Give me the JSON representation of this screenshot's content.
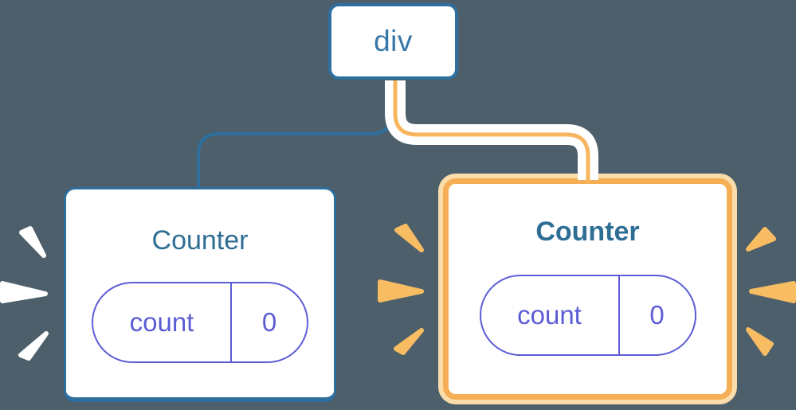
{
  "colors": {
    "background": "#4c5f6a",
    "blue": "#2e6f9e",
    "blue_text": "#3878a8",
    "title": "#2f6e94",
    "purple": "#5c5cd6",
    "orange": "#f6ae55",
    "orange_light": "#fbdcab",
    "orange_line": "#f7b55e",
    "spark_orange": "#f8bc63",
    "spark_white": "#ffffff",
    "card_bg": "#ffffff"
  },
  "tree": {
    "root": {
      "label": "div"
    },
    "children": [
      {
        "title": "Counter",
        "state_key": "count",
        "state_value": "0",
        "highlighted": false
      },
      {
        "title": "Counter",
        "state_key": "count",
        "state_value": "0",
        "highlighted": true
      }
    ]
  }
}
